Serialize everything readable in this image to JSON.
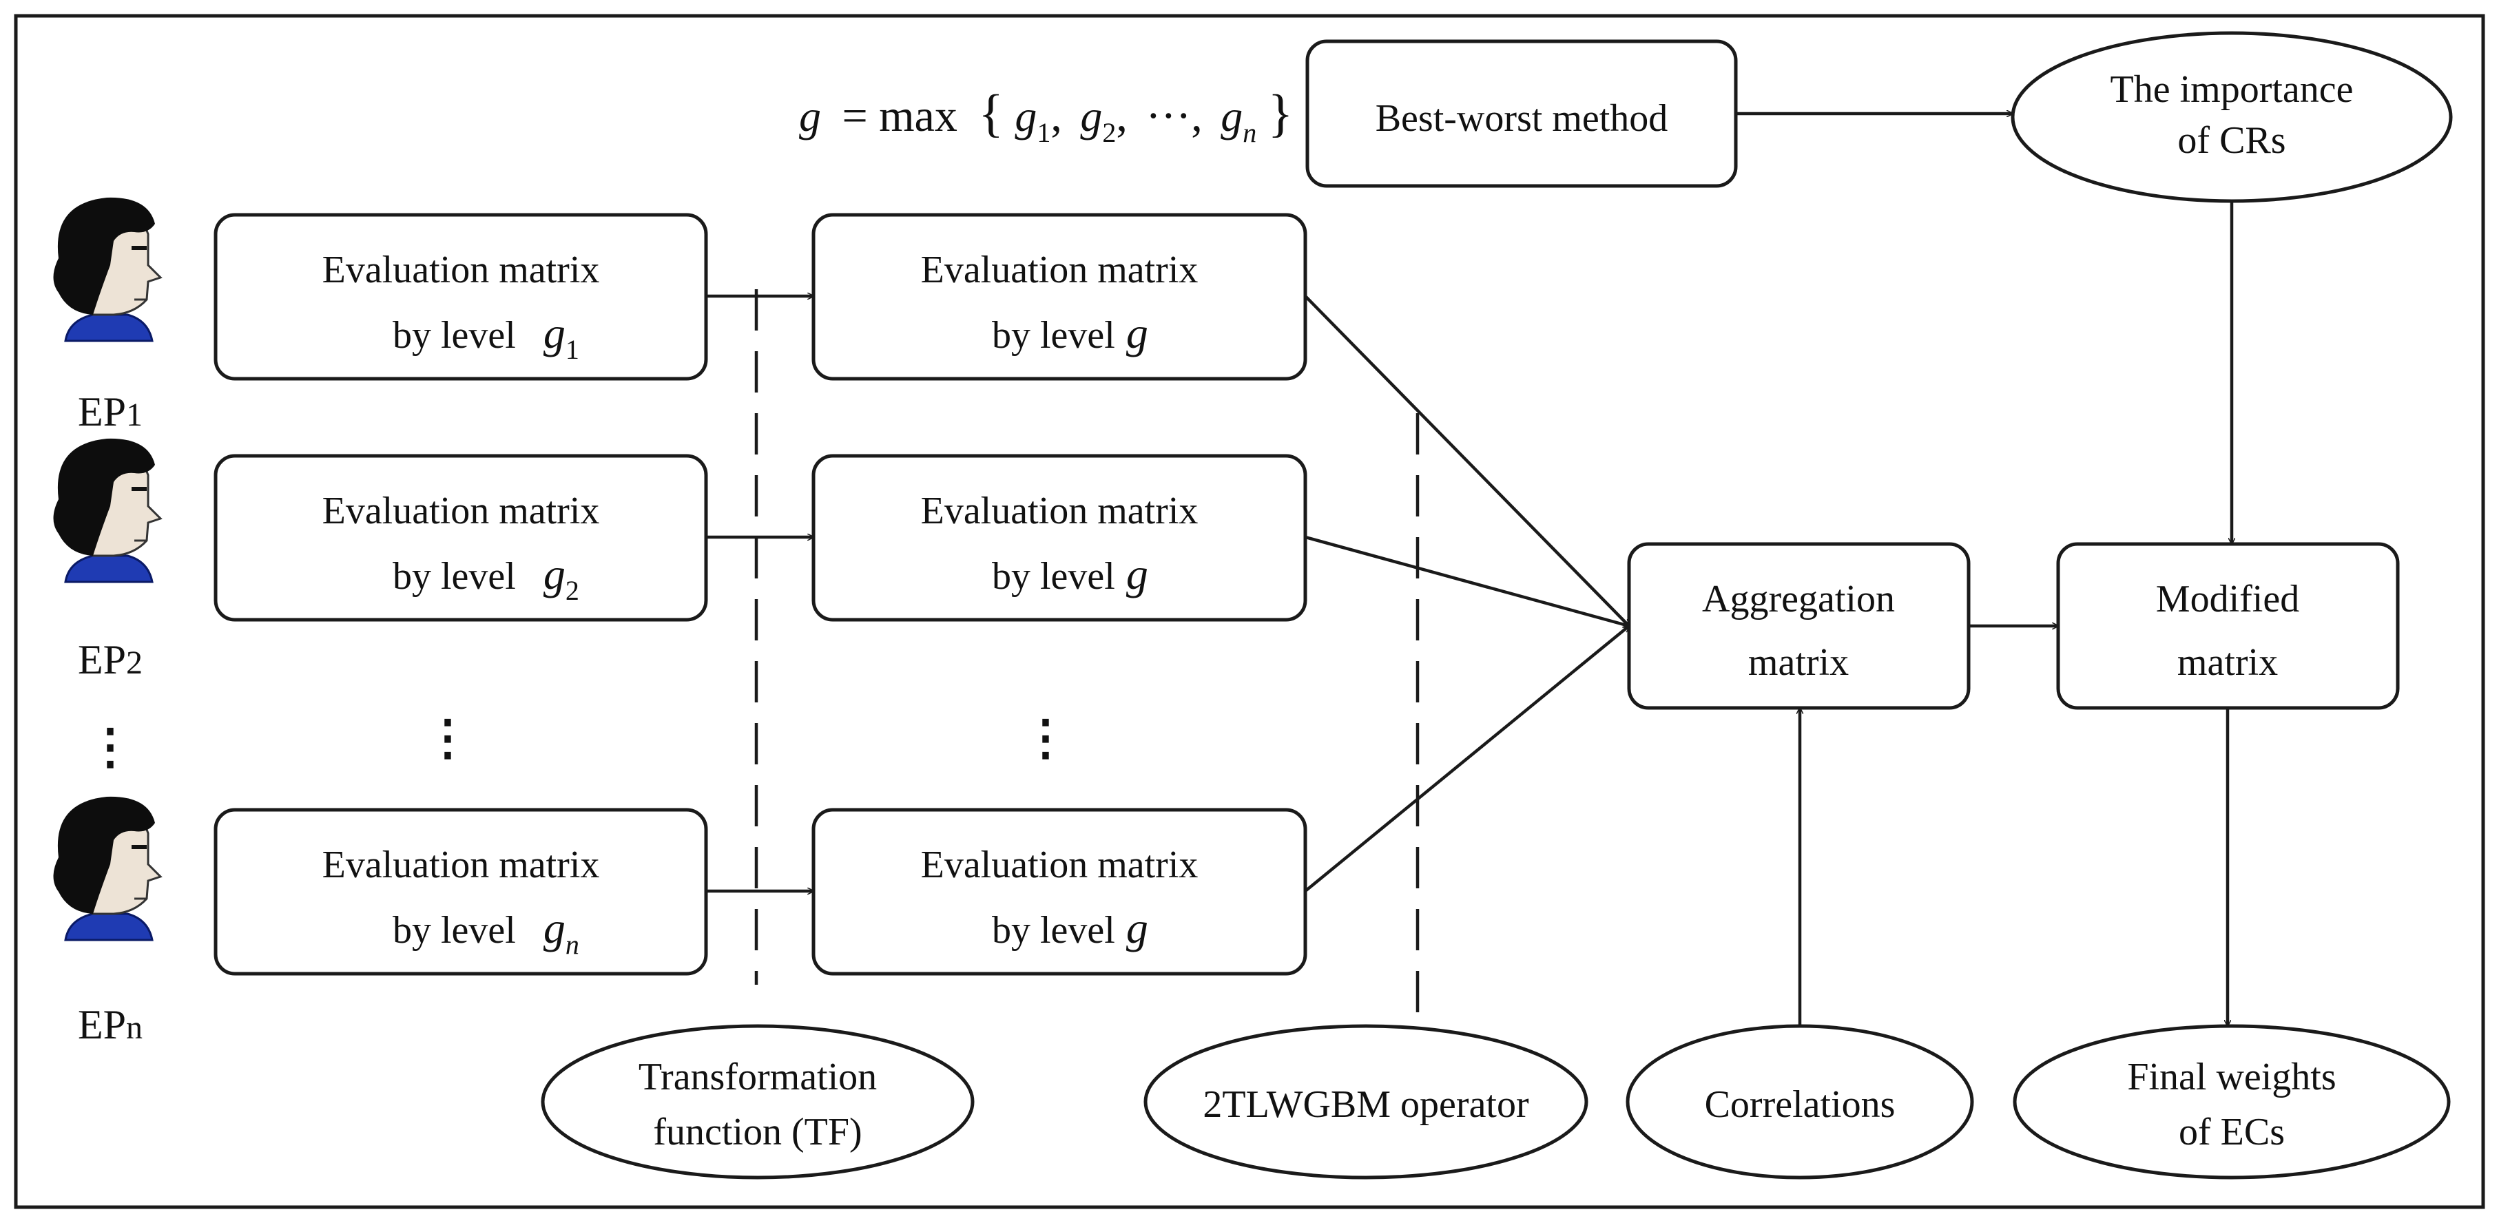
{
  "formula": {
    "lhs": "g",
    "op": "= max",
    "lbrace": "{",
    "g1": "g",
    "s1": "1",
    "g2": "g",
    "s2": "2",
    "dots": "···",
    "gn": "g",
    "sn": "n",
    "rbrace": "}",
    "comma": ","
  },
  "experts": [
    {
      "label": "EP1",
      "prefix": "EP",
      "sub": "1"
    },
    {
      "label": "EP2",
      "prefix": "EP",
      "sub": "2"
    },
    {
      "label": "EPn",
      "prefix": "EP",
      "sub": "n"
    }
  ],
  "left_boxes": [
    {
      "line1": "Evaluation matrix",
      "line2": "by level",
      "var": "g",
      "sub": "1"
    },
    {
      "line1": "Evaluation matrix",
      "line2": "by level",
      "var": "g",
      "sub": "2"
    },
    {
      "line1": "Evaluation matrix",
      "line2": "by level",
      "var": "g",
      "sub": "n"
    }
  ],
  "mid_boxes": [
    {
      "line1": "Evaluation matrix",
      "line2": "by level",
      "var": "g"
    },
    {
      "line1": "Evaluation matrix",
      "line2": "by level",
      "var": "g"
    },
    {
      "line1": "Evaluation matrix",
      "line2": "by level",
      "var": "g"
    }
  ],
  "ellipsis": "⋮",
  "bwm": "Best-worst method",
  "importance": {
    "line1": "The importance",
    "line2": "of CRs"
  },
  "aggregation": {
    "line1": "Aggregation",
    "line2": "matrix"
  },
  "modified": {
    "line1": "Modified",
    "line2": "matrix"
  },
  "tf": {
    "line1": "Transformation",
    "line2": "function (TF)"
  },
  "operator": "2TLWGBM operator",
  "correlations": "Correlations",
  "final": {
    "line1": "Final weights",
    "line2": "of ECs"
  },
  "colors": {
    "hair": "#0d0d0d",
    "skin": "#ede3d6",
    "shirt": "#1f3bb3",
    "line": "#1a1a1a"
  }
}
